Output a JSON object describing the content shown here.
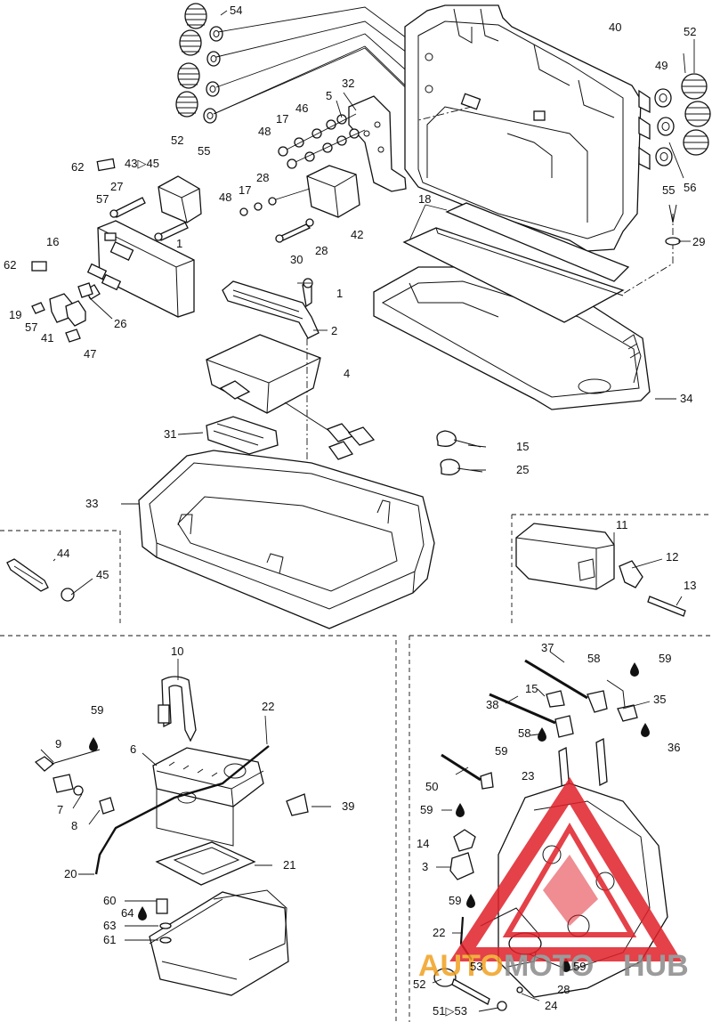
{
  "watermark": {
    "word1": "AUTO",
    "word2": "MOTO",
    "word3": "HUB",
    "color_red": "#e0202a",
    "color_orange": "#f0a020",
    "color_gray": "#8a8a8a"
  },
  "labels": {
    "l54": "54",
    "l40": "40",
    "l52a": "52",
    "l49": "49",
    "l5": "5",
    "l32": "32",
    "l46": "46",
    "l17a": "17",
    "l48a": "48",
    "l52b": "52",
    "l55a": "55",
    "l56": "56",
    "l55b": "55",
    "l29": "29",
    "l62a": "62",
    "l43_45": "43▷45",
    "l27": "27",
    "l57a": "57",
    "l28a": "28",
    "l48b": "48",
    "l17b": "17",
    "l18": "18",
    "l16": "16",
    "l1a": "1",
    "l42": "42",
    "l28b": "28",
    "l30": "30",
    "l62b": "62",
    "l1b": "1",
    "l2": "2",
    "l19": "19",
    "l26": "26",
    "l57b": "57",
    "l41": "41",
    "l47": "47",
    "l4": "4",
    "l34": "34",
    "l31": "31",
    "l15a": "15",
    "l25": "25",
    "l33": "33",
    "l11": "11",
    "l44": "44",
    "l45": "45",
    "l12": "12",
    "l13": "13",
    "l10": "10",
    "l22a": "22",
    "l59a": "59",
    "l9": "9",
    "l6": "6",
    "l7": "7",
    "l8": "8",
    "l39": "39",
    "l20": "20",
    "l21": "21",
    "l60": "60",
    "l64": "64",
    "l63": "63",
    "l61": "61",
    "l37": "37",
    "l58a": "58",
    "l59b": "59",
    "l15b": "15",
    "l35": "35",
    "l38": "38",
    "l58b": "58",
    "l36": "36",
    "l59c": "59",
    "l23": "23",
    "l50": "50",
    "l59d": "59",
    "l14": "14",
    "l3": "3",
    "l59e": "59",
    "l22b": "22",
    "l53a": "53",
    "l59f": "59",
    "l52c": "52",
    "l28c": "28",
    "l51_53": "51▷53",
    "l24": "24"
  }
}
